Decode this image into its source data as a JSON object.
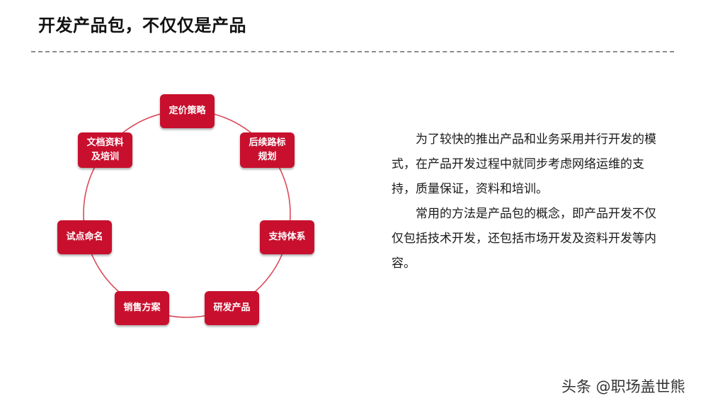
{
  "slide": {
    "title": "开发产品包，不仅仅是产品"
  },
  "cycle": {
    "ring_color": "#d94a5a",
    "node_color": "#c8102e",
    "nodes": [
      {
        "label": "定价策略"
      },
      {
        "label": "后续路标\n规划"
      },
      {
        "label": "支持体系"
      },
      {
        "label": "研发产品"
      },
      {
        "label": "销售方案"
      },
      {
        "label": "试点命名"
      },
      {
        "label": "文档资料\n及培训"
      }
    ]
  },
  "description": {
    "paragraphs": [
      "为了较快的推出产品和业务采用并行开发的模式，在产品开发过程中就同步考虑网络运维的支持，质量保证，资料和培训。",
      "常用的方法是产品包的概念，即产品开发不仅仅包括技术开发，还包括市场开发及资料开发等内容。"
    ]
  },
  "watermark": {
    "text": "头条 @职场盖世熊"
  }
}
